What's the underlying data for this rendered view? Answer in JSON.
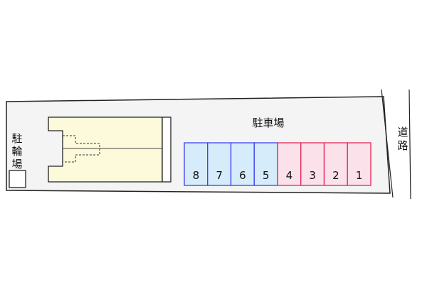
{
  "labels": {
    "parking": "駐車場",
    "bicycle_parking_chars": [
      "駐",
      "輪",
      "場"
    ],
    "road_chars": [
      "道",
      "路"
    ]
  },
  "spaces": [
    {
      "number": "8",
      "group": "blue"
    },
    {
      "number": "7",
      "group": "blue"
    },
    {
      "number": "6",
      "group": "blue"
    },
    {
      "number": "5",
      "group": "blue"
    },
    {
      "number": "4",
      "group": "pink"
    },
    {
      "number": "3",
      "group": "pink"
    },
    {
      "number": "2",
      "group": "pink"
    },
    {
      "number": "1",
      "group": "pink"
    }
  ],
  "colors": {
    "building_fill": "#fcfadb",
    "lot_fill": "#f4f4f4",
    "blue_fill": "#d6ecfb",
    "blue_stroke": "#3b3ff0",
    "pink_fill": "#fbe1ea",
    "pink_stroke": "#e8245a",
    "outline": "#222222"
  }
}
